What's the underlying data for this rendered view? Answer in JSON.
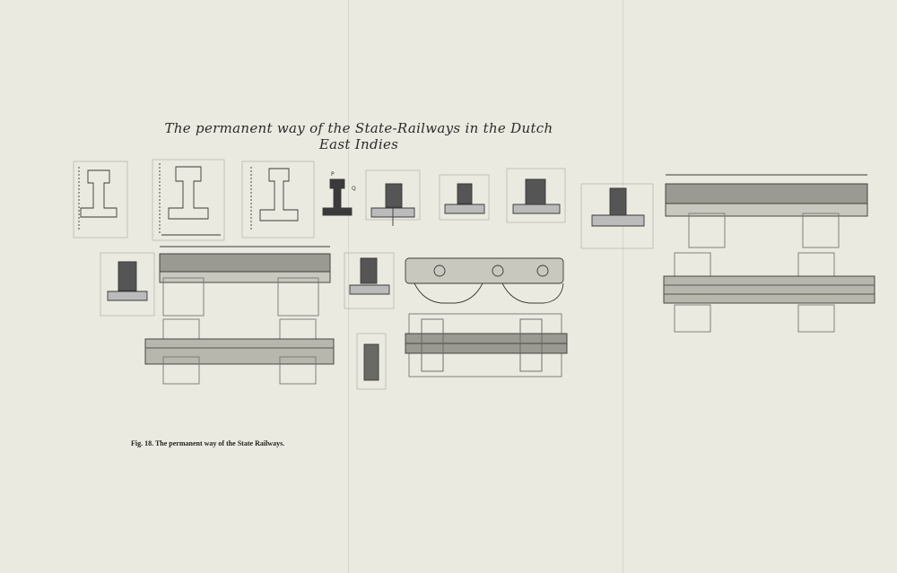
{
  "document": {
    "title": "The permanent way of the State-Railways in the Dutch East Indies",
    "caption": "Fig. 18.  The permanent way of the State Railways.",
    "rail_labels": [
      "P",
      "Q"
    ]
  }
}
